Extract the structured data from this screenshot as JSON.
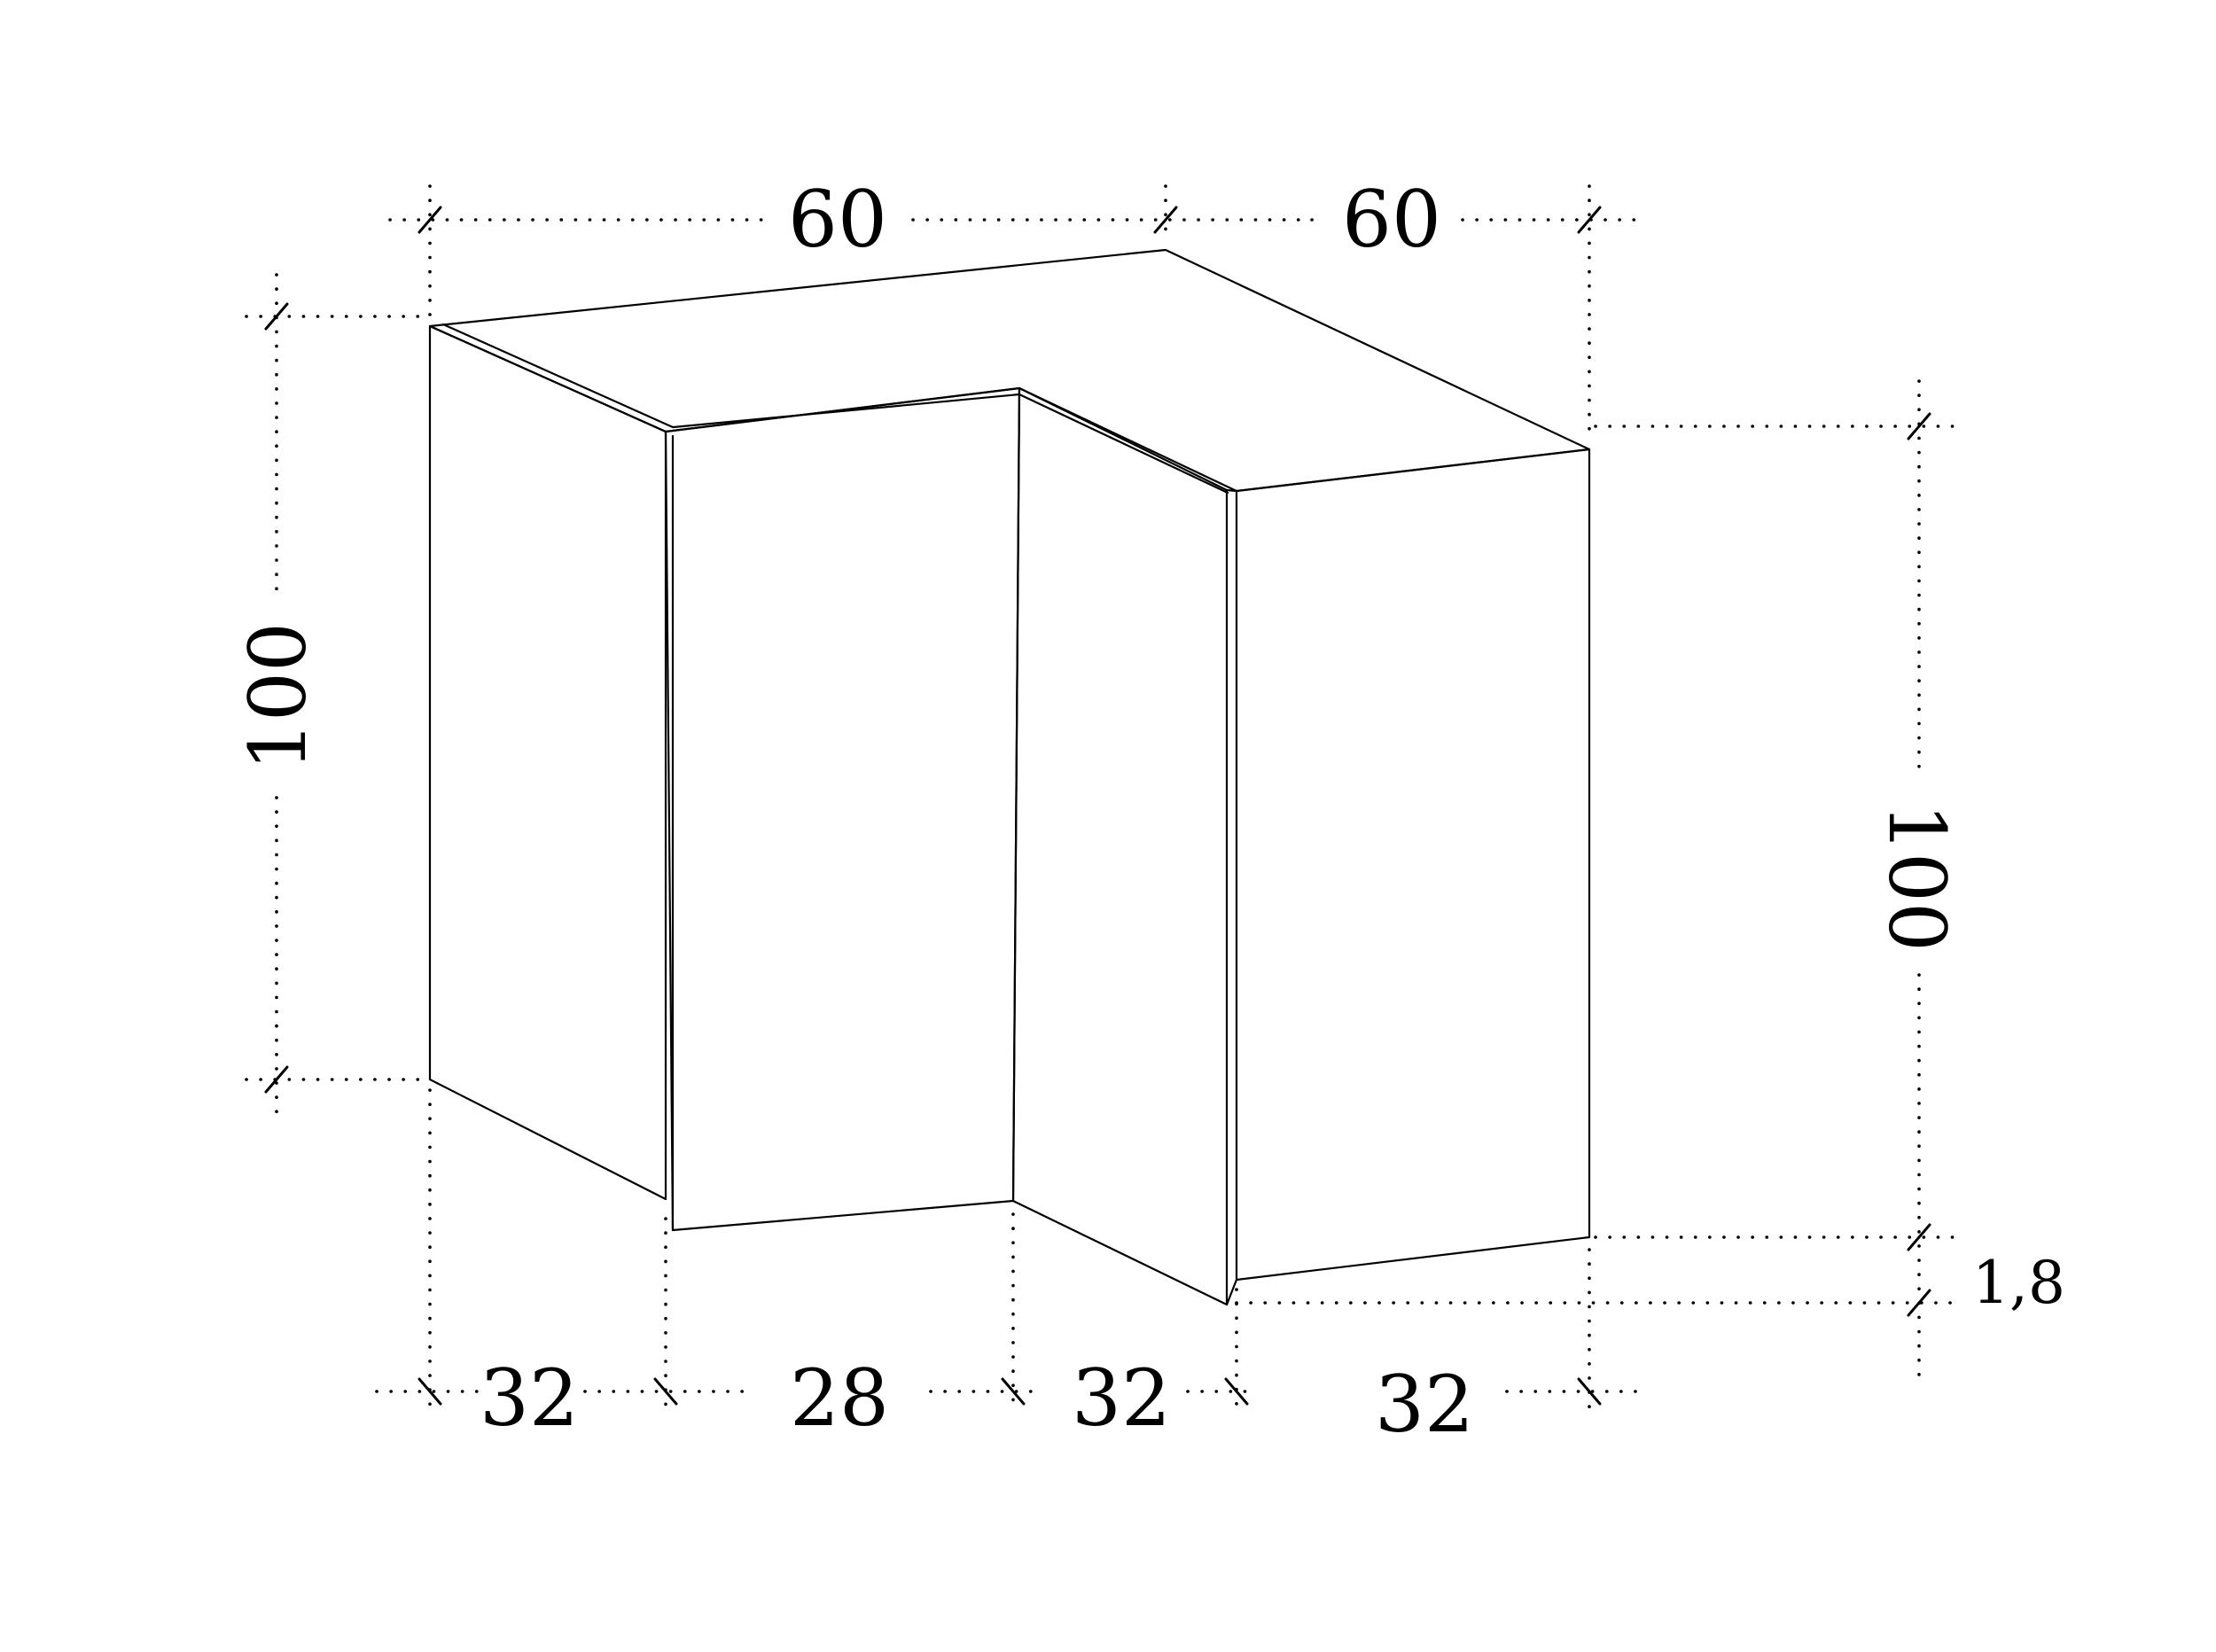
{
  "dimensions": {
    "top_left_width": "60",
    "top_right_width": "60",
    "left_height": "100",
    "right_height": "100",
    "bottom_1": "32",
    "bottom_2": "28",
    "bottom_3": "32",
    "bottom_4": "32",
    "thickness": "1,8"
  },
  "colors": {
    "line": "#000000",
    "background": "#ffffff"
  }
}
